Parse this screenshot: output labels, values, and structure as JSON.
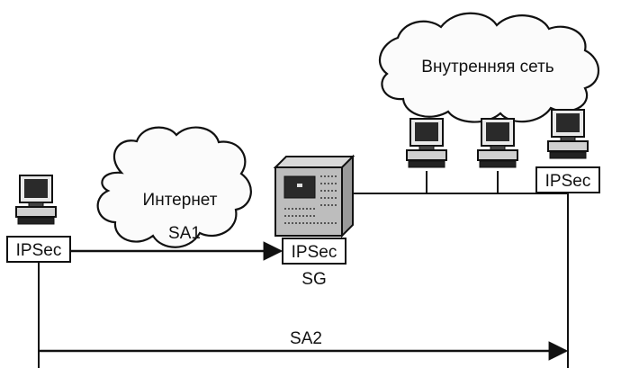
{
  "clouds": {
    "internet_label": "Интернет",
    "internal_net_label": "Внутренняя сеть"
  },
  "nodes": {
    "remote_host_label": "IPSec",
    "security_gateway_label": "IPSec",
    "security_gateway_name": "SG",
    "internal_host_label": "IPSec"
  },
  "associations": {
    "sa1": "SA1",
    "sa2": "SA2"
  },
  "colors": {
    "ink": "#111111",
    "screen": "#2a2a2a",
    "paper": "#ffffff",
    "server_body": "#bdbdbd"
  },
  "icons": [
    "computer-icon",
    "server-icon",
    "cloud-icon",
    "arrow-icon"
  ]
}
